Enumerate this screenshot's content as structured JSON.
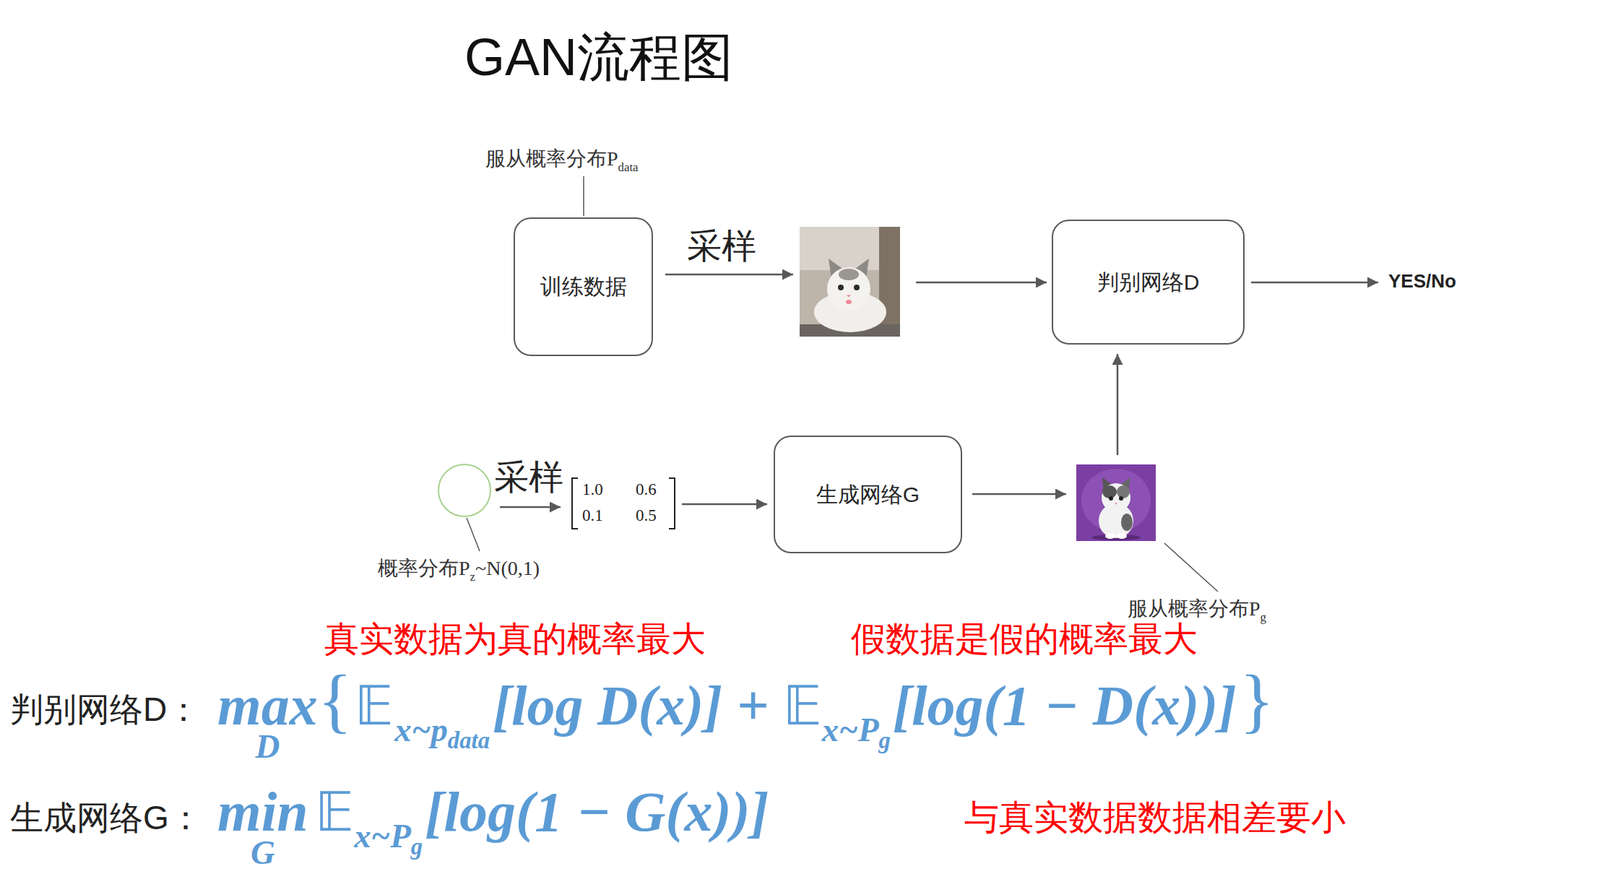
{
  "diagram": {
    "title": "GAN流程图",
    "nodes": [
      {
        "text": [
          "训练数据"
        ]
      },
      {
        "text": [
          "判别网络D"
        ]
      },
      {
        "text": [
          "生成网络G"
        ]
      }
    ],
    "labels": [
      "服从概率分布P",
      "data",
      "采样",
      "YES/No",
      "采样",
      "1.0",
      "0.6",
      "0.1",
      "0.5",
      "概率分布P",
      "z",
      "~N(0,1)",
      "服从概率分布P",
      "g",
      "真实数据为真的概率最大",
      "假数据是假的概率最大",
      "判别网络D：",
      "max",
      "D",
      "{",
      "𝔼",
      "x~p",
      "data",
      "[log D(x)] +",
      "𝔼",
      "x~P",
      "g",
      "[log(1 − D(x))]",
      "}",
      "生成网络G：",
      "min",
      "G",
      "𝔼",
      "x~P",
      "g",
      "[log(1 − G(x))]",
      "与真实数据数据相差要小"
    ]
  }
}
